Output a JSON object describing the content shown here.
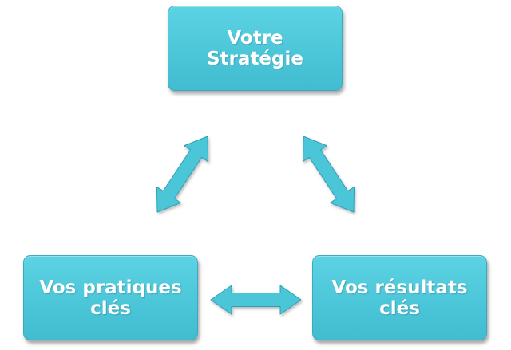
{
  "diagram": {
    "nodes": [
      {
        "id": "strategy",
        "label": "Votre\nStratégie"
      },
      {
        "id": "practices",
        "label": "Vos pratiques\nclés"
      },
      {
        "id": "results",
        "label": "Vos résultats\nclés"
      }
    ],
    "edges": [
      {
        "from": "strategy",
        "to": "practices",
        "direction": "bidirectional"
      },
      {
        "from": "strategy",
        "to": "results",
        "direction": "bidirectional"
      },
      {
        "from": "practices",
        "to": "results",
        "direction": "bidirectional"
      }
    ],
    "colors": {
      "box_fill": "#4cc6d9",
      "box_border": "#3aaabd",
      "arrow_fill": "#4cc6d9",
      "arrow_stroke": "#2f9fb3",
      "text": "#ffffff"
    }
  }
}
